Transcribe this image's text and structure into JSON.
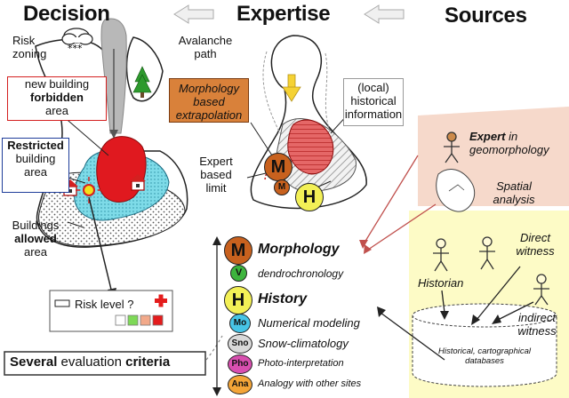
{
  "headers": {
    "decision": "Decision",
    "expertise": "Expertise",
    "sources": "Sources"
  },
  "left": {
    "risk_zoning": [
      "Risk",
      "zoning"
    ],
    "forbidden": [
      "new building",
      "forbidden",
      "area"
    ],
    "restricted": [
      "Restricted",
      "building",
      "area"
    ],
    "allowed": [
      "Buildings",
      "allowed",
      "area"
    ],
    "risk_level": "Risk level ?",
    "criteria": [
      "Several",
      " evaluation ",
      "criteria"
    ]
  },
  "middle": {
    "avalanche_path": [
      "Avalanche",
      "path"
    ],
    "morph_box": [
      "Morphology",
      "based",
      "extrapolation"
    ],
    "local_info": [
      "(local)",
      "historical",
      "information"
    ],
    "expert_limit": [
      "Expert",
      "based",
      "limit"
    ],
    "badge_M": "M",
    "badge_H": "H",
    "badge_small_M": "M"
  },
  "criteria_list": [
    {
      "badge": "M",
      "label": "Morphology",
      "style": "major",
      "color": "#c8611e"
    },
    {
      "badge": "V",
      "label": "dendrochronology",
      "style": "minor",
      "color": "#3db43d"
    },
    {
      "badge": "H",
      "label": "History",
      "style": "major",
      "color": "#f3f056"
    },
    {
      "badge": "Mo",
      "label": "Numerical modeling",
      "style": "minor",
      "color": "#47c4e6"
    },
    {
      "badge": "Sno",
      "label": "Snow-climatology",
      "style": "minor",
      "color": "#d9d9d9"
    },
    {
      "badge": "Pho",
      "label": "Photo-interpretation",
      "style": "small",
      "color": "#d94fb0"
    },
    {
      "badge": "Ana",
      "label": "Analogy with other sites",
      "style": "small",
      "color": "#f4a538"
    }
  ],
  "right": {
    "expert": [
      "Expert",
      " in",
      "geomorphology"
    ],
    "spatial": [
      "Spatial",
      "analysis"
    ],
    "historian": "Historian",
    "direct": [
      "Direct",
      "witness"
    ],
    "indirect": [
      "indirect",
      "witness"
    ],
    "database": [
      "Historical, cartographical",
      "databases"
    ]
  },
  "colors": {
    "red_zone": "#e0191f",
    "blue_zone": "#5fd0e0",
    "orange_box": "#d9813a",
    "forbidden_border": "#d42020",
    "restricted_border": "#1f3d9a",
    "pink_panel": "#f6d9cb",
    "yellow_panel": "#fdfbc6",
    "risk_swatches": [
      "#ffffff",
      "#7ed957",
      "#f2a98a",
      "#e41c1c"
    ]
  }
}
